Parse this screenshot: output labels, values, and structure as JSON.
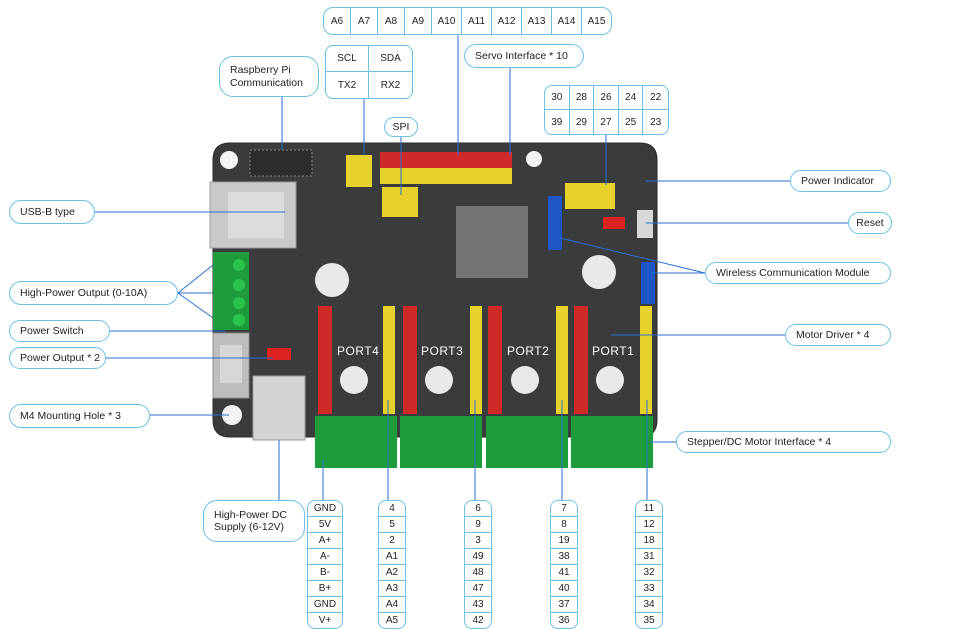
{
  "top_pins": [
    "A6",
    "A7",
    "A8",
    "A9",
    "A10",
    "A11",
    "A12",
    "A13",
    "A14",
    "A15"
  ],
  "serial_grid": [
    "SCL",
    "SDA",
    "TX2",
    "RX2"
  ],
  "servo_grid": [
    "30",
    "28",
    "26",
    "24",
    "22",
    "39",
    "29",
    "27",
    "25",
    "23"
  ],
  "labels": {
    "raspberry": "Raspberry Pi Communication",
    "servo": "Servo Interface * 10",
    "spi": "SPI",
    "power_indicator": "Power Indicator",
    "reset": "Reset",
    "usb": "USB-B type",
    "wireless": "Wireless Communication Module",
    "high_power_output": "High-Power Output (0-10A)",
    "power_switch": "Power Switch",
    "motor_driver": "Motor Driver * 4",
    "power_output": "Power Output * 2",
    "mounting_hole": "M4 Mounting Hole * 3",
    "stepper": "Stepper/DC Motor Interface * 4",
    "dc_supply": "High-Power DC Supply (6-12V)"
  },
  "ports": [
    "PORT4",
    "PORT3",
    "PORT2",
    "PORT1"
  ],
  "columns": {
    "port_main": [
      "GND",
      "5V",
      "A+",
      "A-",
      "B-",
      "B+",
      "GND",
      "V+"
    ],
    "port4": [
      "4",
      "5",
      "2",
      "A1",
      "A2",
      "A3",
      "A4",
      "A5"
    ],
    "port3": [
      "6",
      "9",
      "3",
      "49",
      "48",
      "47",
      "43",
      "42"
    ],
    "port2": [
      "7",
      "8",
      "19",
      "38",
      "41",
      "40",
      "37",
      "36"
    ],
    "port1": [
      "11",
      "12",
      "18",
      "31",
      "32",
      "33",
      "34",
      "35"
    ]
  }
}
